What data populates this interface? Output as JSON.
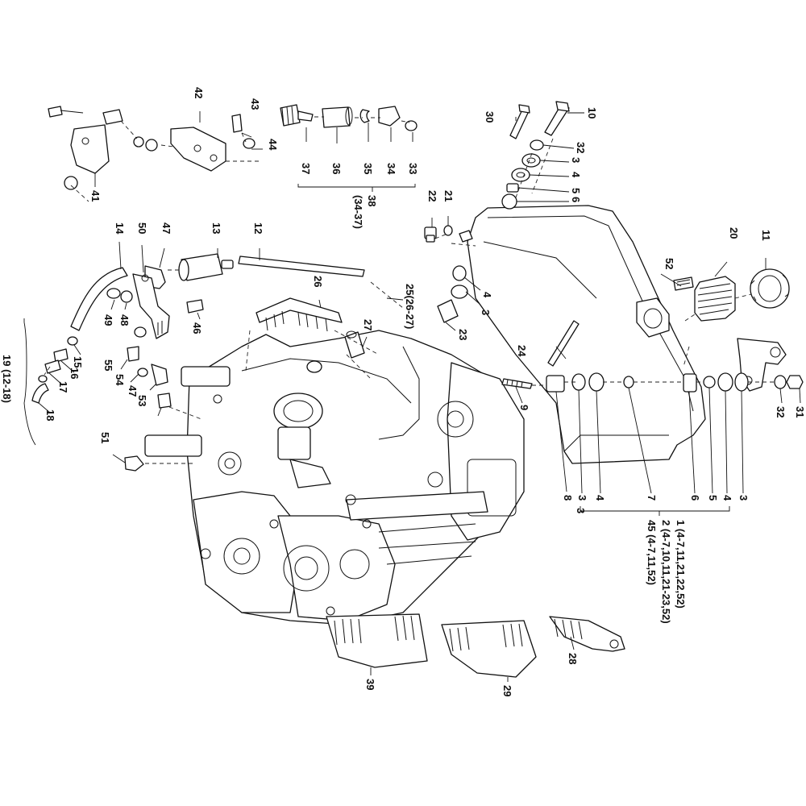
{
  "callouts": {
    "c1": "1 (4-7,11,21,22,52)",
    "c2": "2 (4-7,10,11,21-23,52)",
    "c45": "45 (4-7,11,52)",
    "c19": "19 (12-18)",
    "c25": "25(26-27)",
    "c38": "38",
    "c38sub": "(34-37)",
    "c3a": "3",
    "c3b": "3",
    "c3c": "3",
    "c3d": "3",
    "c3e": "3",
    "c4a": "4",
    "c4b": "4",
    "c4c": "4",
    "c4d": "4",
    "c5a": "5",
    "c5b": "5",
    "c6a": "6",
    "c6b": "6",
    "c7": "7",
    "c8": "8",
    "c9": "9",
    "c10": "10",
    "c11": "11",
    "c12": "12",
    "c13": "13",
    "c14": "14",
    "c15": "15",
    "c16": "16",
    "c17": "17",
    "c18": "18",
    "c20": "20",
    "c21": "21",
    "c22": "22",
    "c23": "23",
    "c24": "24",
    "c26": "26",
    "c27": "27",
    "c28": "28",
    "c29": "29",
    "c30": "30",
    "c31": "31",
    "c32a": "32",
    "c32b": "32",
    "c33": "33",
    "c34": "34",
    "c35": "35",
    "c36": "36",
    "c37": "37",
    "c39": "39",
    "c41": "41",
    "c42": "42",
    "c43": "43",
    "c44": "44",
    "c46": "46",
    "c47a": "47",
    "c47b": "47",
    "c48": "48",
    "c49": "49",
    "c50": "50",
    "c51": "51",
    "c52": "52",
    "c53": "53",
    "c54": "54",
    "c55": "55"
  }
}
